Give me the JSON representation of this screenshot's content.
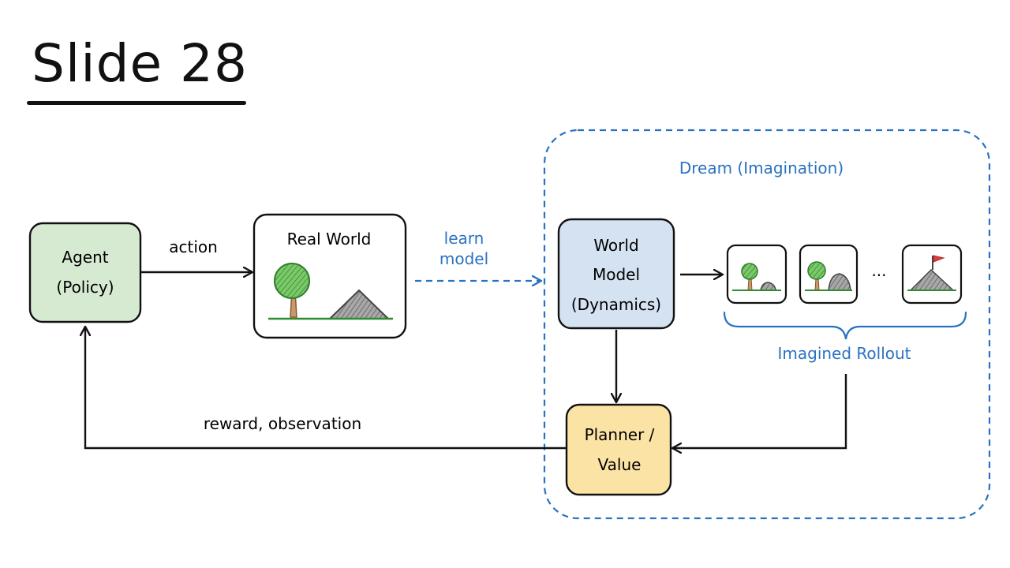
{
  "slide": {
    "title": "Slide 28"
  },
  "diagram": {
    "agent": {
      "line1": "Agent",
      "line2": "(Policy)"
    },
    "real_world": {
      "title": "Real World"
    },
    "world_model": {
      "line1": "World",
      "line2": "Model",
      "line3": "(Dynamics)"
    },
    "planner": {
      "line1": "Planner /",
      "line2": "Value"
    },
    "dream_region": {
      "label": "Dream (Imagination)"
    },
    "rollout": {
      "label": "Imagined Rollout",
      "ellipsis": "..."
    },
    "edges": {
      "action": "action",
      "learn_model_1": "learn",
      "learn_model_2": "model",
      "reward_observation": "reward, observation"
    }
  },
  "colors": {
    "agent_fill": "#d6ead2",
    "world_model_fill": "#d4e2f2",
    "planner_fill": "#fbe3a6",
    "dream_blue": "#2a72c0",
    "tree_green": "#5ab04a",
    "trunk": "#b07a4a",
    "mountain": "#8f8f8f",
    "flag_red": "#e03c3c",
    "ground": "#2e8b2e"
  }
}
